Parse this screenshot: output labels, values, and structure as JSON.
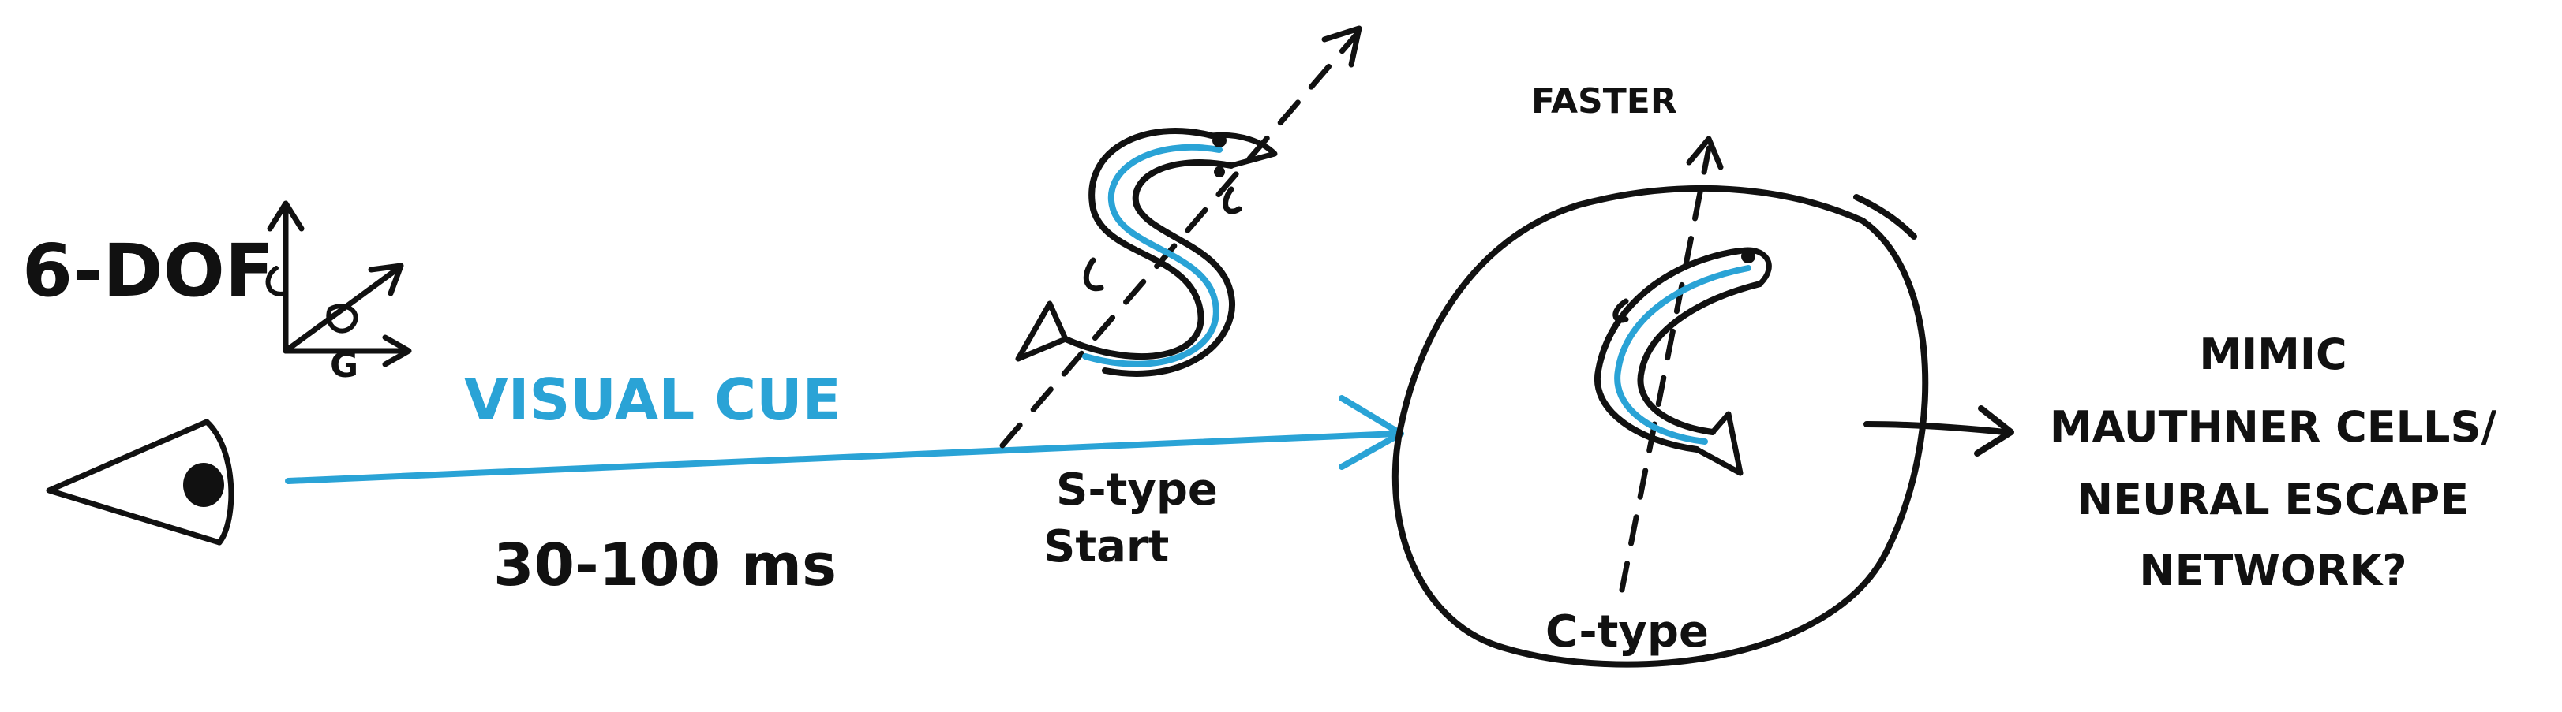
{
  "labels": {
    "dof": "6-DOF",
    "axis_g": "G",
    "visual_cue": "VISUAL CUE",
    "latency": "30-100 ms",
    "s_type_line1": "S-type",
    "s_type_line2": "Start",
    "faster": "FASTER",
    "c_type": "C-type",
    "mimic_line1": "MIMIC",
    "mimic_line2": "MAUTHNER CELLS/",
    "mimic_line3": "NEURAL ESCAPE",
    "mimic_line4": "NETWORK?"
  },
  "colors": {
    "ink": "#111111",
    "cue_blue": "#2aa3d6",
    "background": "#ffffff"
  },
  "icons": [
    "eye-icon",
    "axes-icon",
    "s-shaped-fish-icon",
    "c-shaped-fish-icon"
  ]
}
